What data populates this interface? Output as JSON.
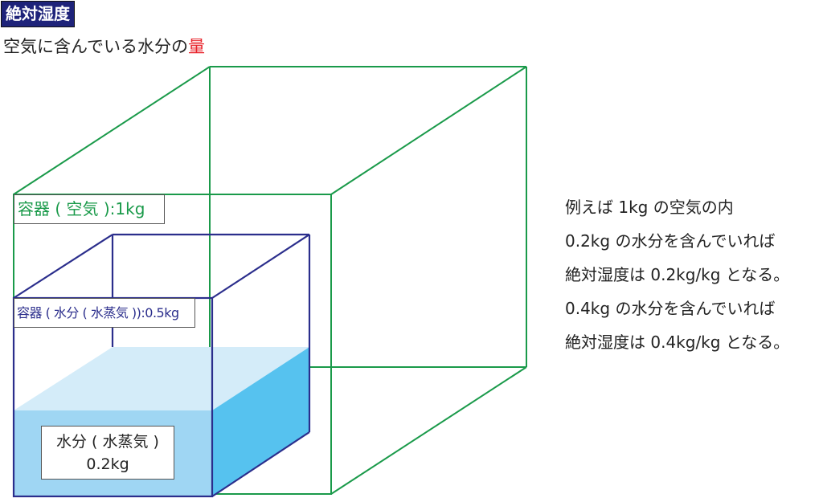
{
  "title": "絶対湿度",
  "subtitle": {
    "text": "空気に含んでいる水分の",
    "highlight": "量"
  },
  "labels": {
    "air_container": "容器 ( 空気 ):1kg",
    "vapor_container": "容器 ( 水分 ( 水蒸気 )):0.5kg",
    "water_line1": "水分 ( 水蒸気 )",
    "water_line2": "0.2kg"
  },
  "description": [
    "例えば 1kg の空気の内",
    "0.2kg の水分を含んでいれば",
    "絶対湿度は 0.2kg/kg となる。",
    "0.4kg の水分を含んでいれば",
    "絶対湿度は 0.4kg/kg となる。"
  ],
  "colors": {
    "air": "#1a9a4a",
    "vapor": "#2b2e8c",
    "highlight": "#e8232b",
    "water_front": "#9fd6f3",
    "water_top": "#d4ecf9",
    "water_side": "#56c2ef"
  }
}
